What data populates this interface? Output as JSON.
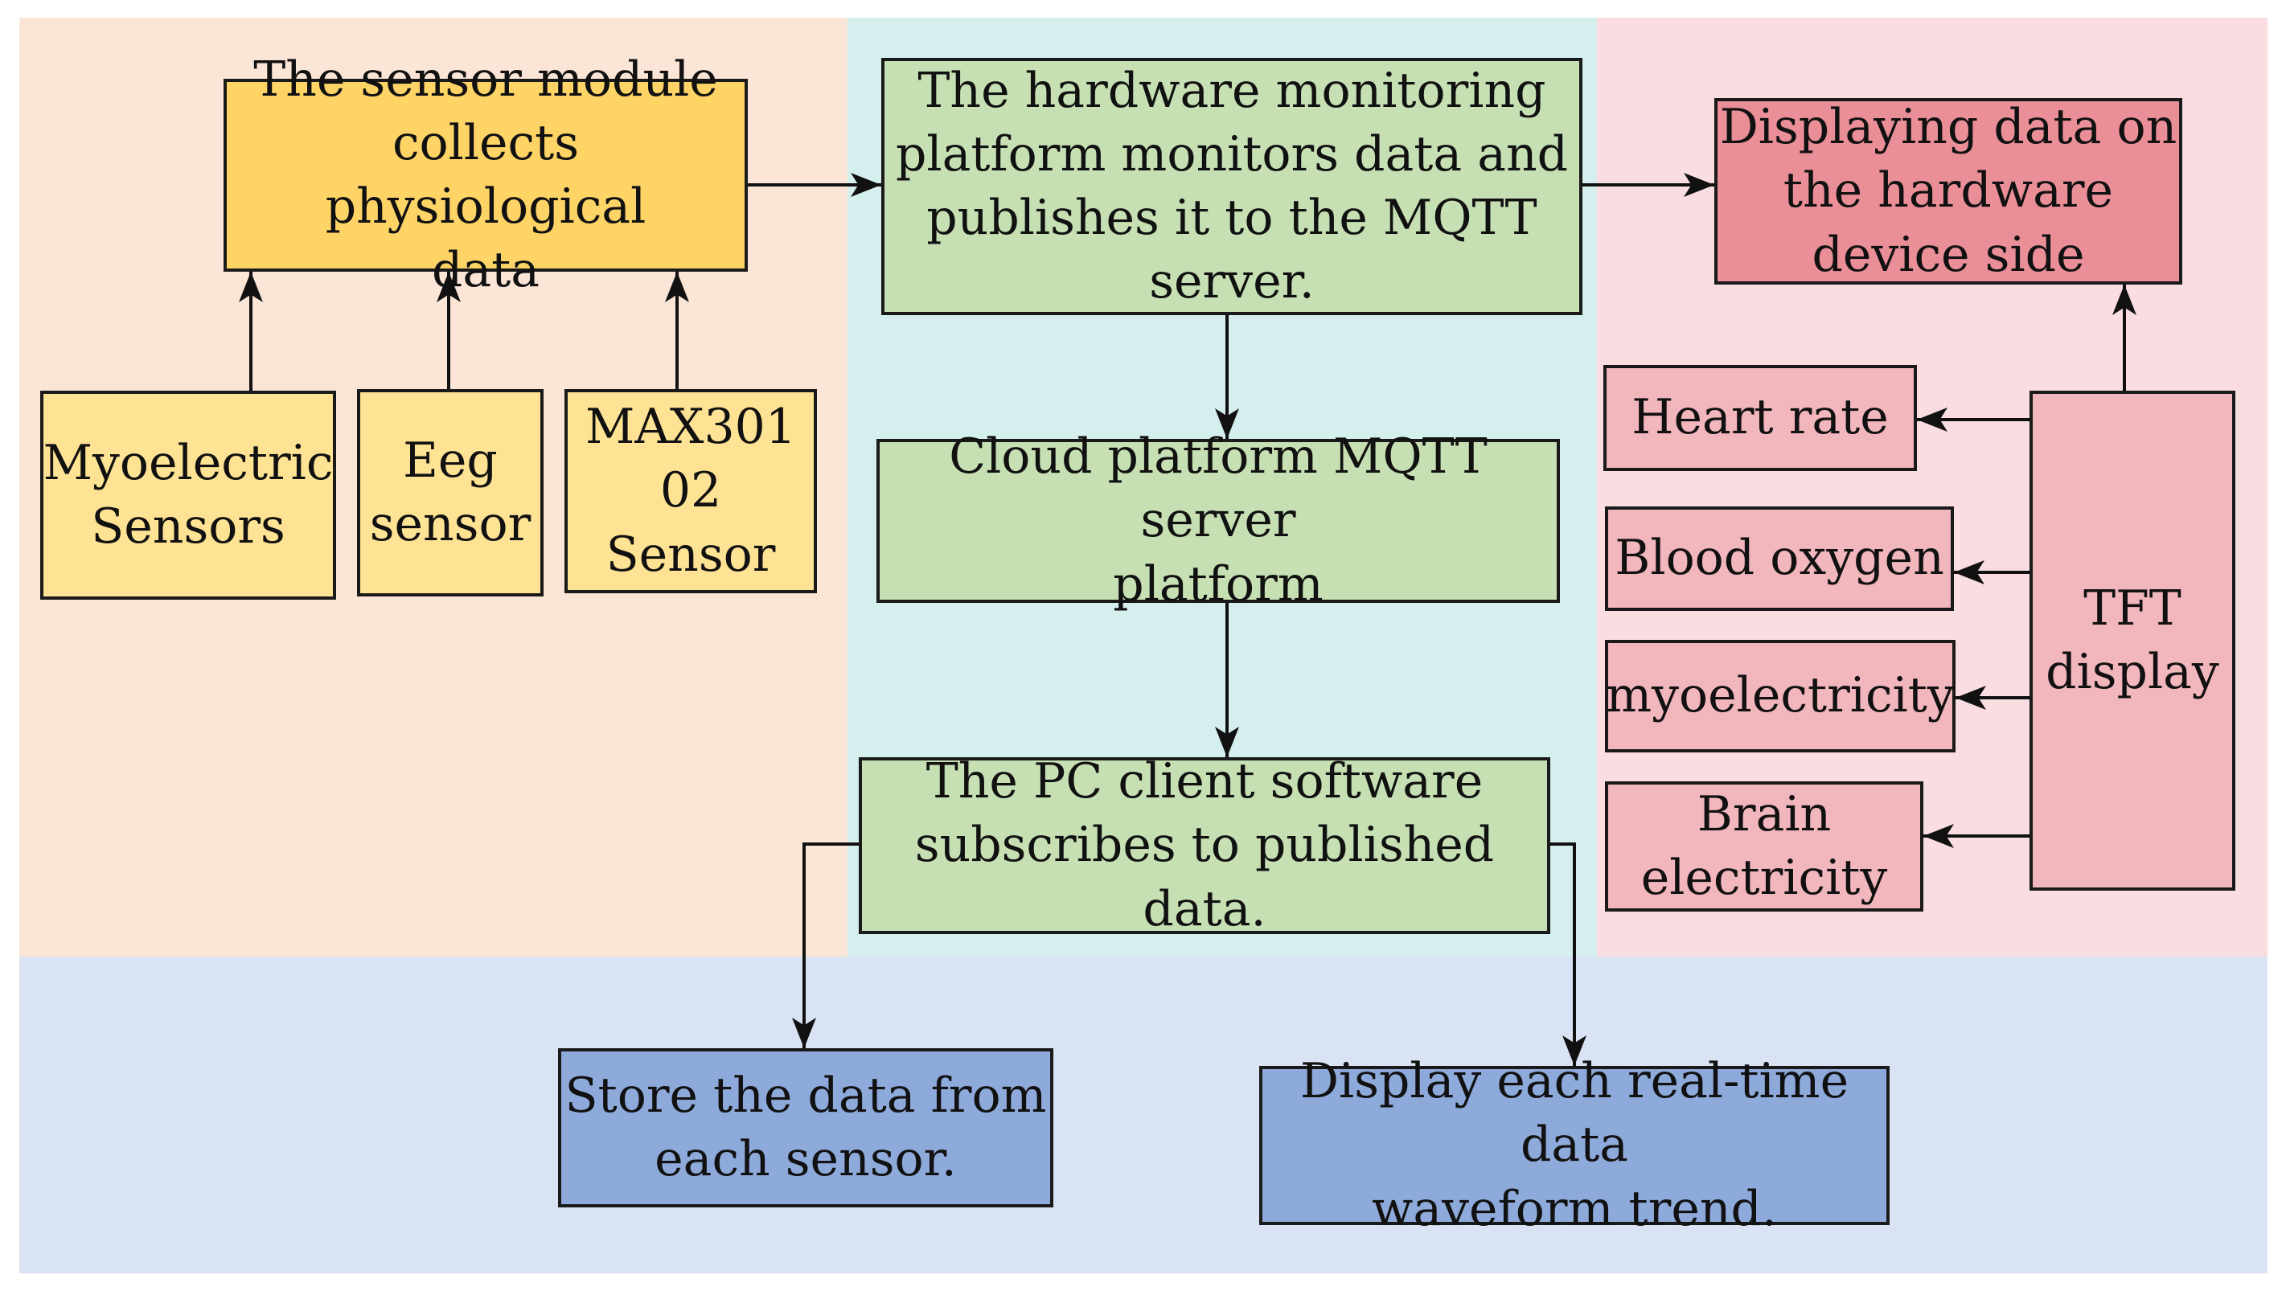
{
  "colors": {
    "orange_region": "#fbe5d6",
    "cyan_region": "#d5eeee",
    "pink_region": "#f9dde0",
    "blue_region": "#dae3f3",
    "sensor_module": "#ffd467",
    "sensor": "#ffe394",
    "green_box": "#c6e0b4",
    "red_box": "#ea8f98",
    "pink_box": "#f2b6bd",
    "blue_box": "#8eaadb",
    "line": "#111111"
  },
  "boxes": {
    "sensor_module": "The sensor module\ncollects physiological\ndata",
    "myoelectric_sensors": "Myoelectric\nSensors",
    "eeg_sensor": "Eeg\nsensor",
    "max30102_sensor": "MAX301\n02 Sensor",
    "hardware_platform": "The hardware monitoring\nplatform monitors data and\npublishes it to the MQTT\nserver.",
    "cloud_mqtt": "Cloud platform MQTT server\nplatform",
    "pc_client": "The PC client software\nsubscribes to published data.",
    "display_hardware": "Displaying data on\nthe hardware\ndevice side",
    "heart_rate": "Heart rate",
    "blood_oxygen": "Blood oxygen",
    "myoelectricity": "myoelectricity",
    "brain_electricity": "Brain\nelectricity",
    "tft_display": "TFT\ndisplay",
    "store_data": "Store the data from\neach sensor.",
    "display_waveform": "Display each real-time data\nwaveform trend."
  }
}
